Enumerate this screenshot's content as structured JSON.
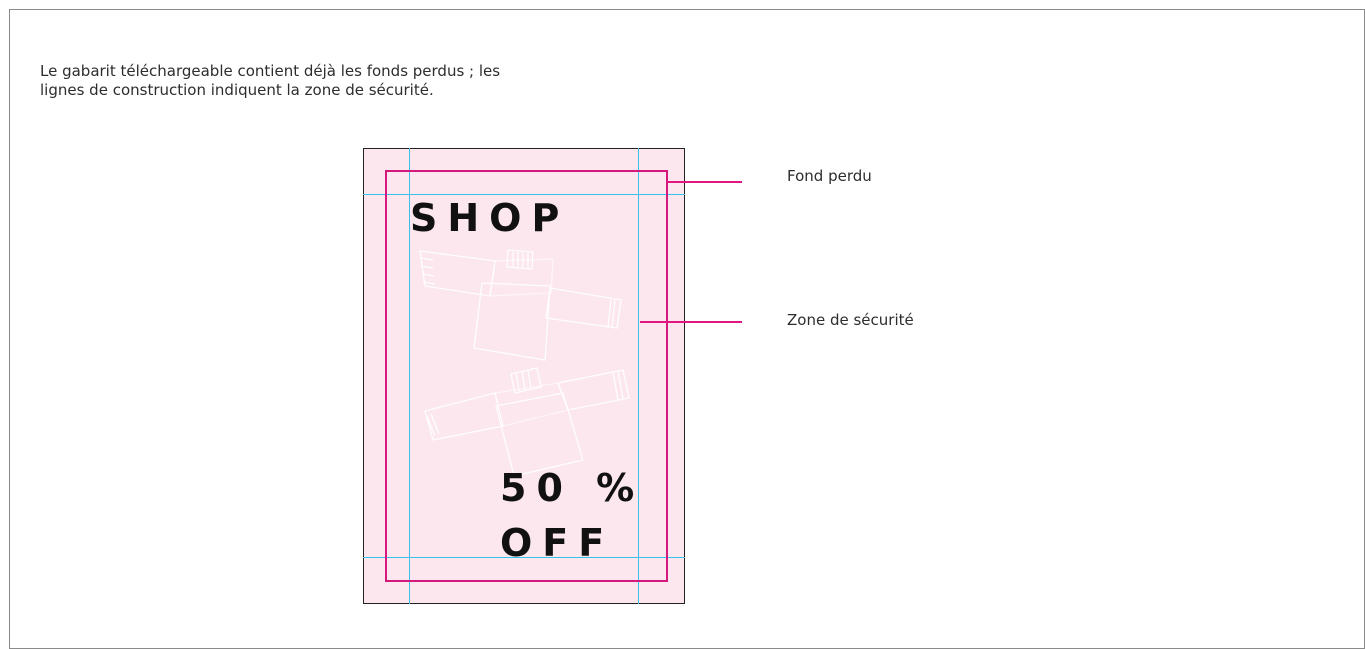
{
  "intro": {
    "line1": "Le gabarit téléchargeable contient déjà les fonds perdus ; les",
    "line2": "lignes de construction indiquent la zone de sécurité."
  },
  "poster": {
    "headline": "SHOP",
    "discount_line1": "50 %",
    "discount_line2": "OFF"
  },
  "annotations": {
    "bleed_label": "Fond perdu",
    "safe_zone_label": "Zone de sécurité"
  },
  "colors": {
    "artboard_background": "#fbe7ed",
    "bleed_line": "#d6187d",
    "guide_lines": "#36c1e8",
    "leader_lines": "#e01782",
    "frame_border": "#8a8a8a"
  },
  "icons": [
    "tshirt-outline-illustration",
    "tshirt-outline-illustration"
  ]
}
